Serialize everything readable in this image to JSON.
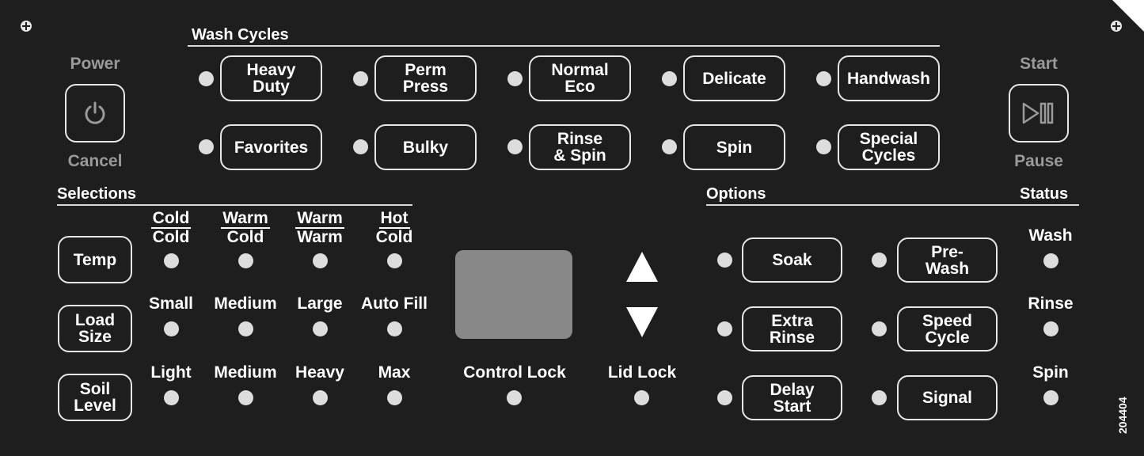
{
  "wash_cycles": {
    "title": "Wash Cycles",
    "row1": [
      "Heavy\nDuty",
      "Perm\nPress",
      "Normal\nEco",
      "Delicate",
      "Handwash"
    ],
    "row2": [
      "Favorites",
      "Bulky",
      "Rinse\n& Spin",
      "Spin",
      "Special\nCycles"
    ]
  },
  "power": {
    "label_top": "Power",
    "label_bottom": "Cancel",
    "icon": "power-icon"
  },
  "start": {
    "label_top": "Start",
    "label_bottom": "Pause",
    "icon": "play-pause-icon"
  },
  "selections": {
    "title": "Selections",
    "temp": {
      "button": "Temp",
      "options": [
        [
          "Cold",
          "Cold"
        ],
        [
          "Warm",
          "Cold"
        ],
        [
          "Warm",
          "Warm"
        ],
        [
          "Hot",
          "Cold"
        ]
      ]
    },
    "load": {
      "button": "Load\nSize",
      "options": [
        "Small",
        "Medium",
        "Large",
        "Auto Fill"
      ]
    },
    "soil": {
      "button": "Soil\nLevel",
      "options": [
        "Light",
        "Medium",
        "Heavy",
        "Max"
      ]
    }
  },
  "center": {
    "control_lock": "Control Lock",
    "lid_lock": "Lid Lock",
    "up_icon": "up-arrow-icon",
    "down_icon": "down-arrow-icon"
  },
  "options": {
    "title": "Options",
    "buttons": [
      "Soak",
      "Pre-\nWash",
      "Extra\nRinse",
      "Speed\nCycle",
      "Delay\nStart",
      "Signal"
    ]
  },
  "status": {
    "title": "Status",
    "items": [
      "Wash",
      "Rinse",
      "Spin"
    ]
  },
  "part_number": "204404",
  "colors": {
    "panel": "#1e1e1e",
    "text": "#ffffff",
    "muted": "#9a9a9a",
    "display": "#888888"
  }
}
